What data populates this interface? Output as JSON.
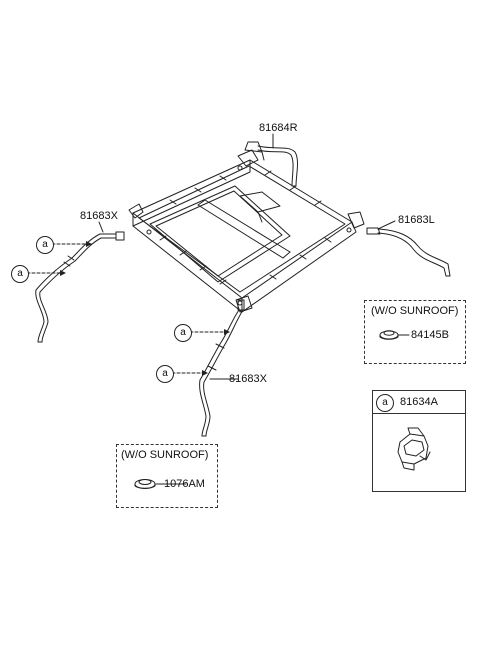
{
  "parts": {
    "drain_hose_rear_right": "81684R",
    "drain_hose_left": "81683L",
    "drain_hose_front_right": "81683X",
    "drain_hose_rear_left": "81683X",
    "plug_roof": "84145B",
    "plug_floor": "1076AM",
    "clip": "81634A"
  },
  "callout_letter": "a",
  "boxes": {
    "roof_plug_title": "(W/O SUNROOF)",
    "floor_plug_title": "(W/O SUNROOF)"
  },
  "colors": {
    "line": "#222222",
    "background": "#ffffff"
  }
}
